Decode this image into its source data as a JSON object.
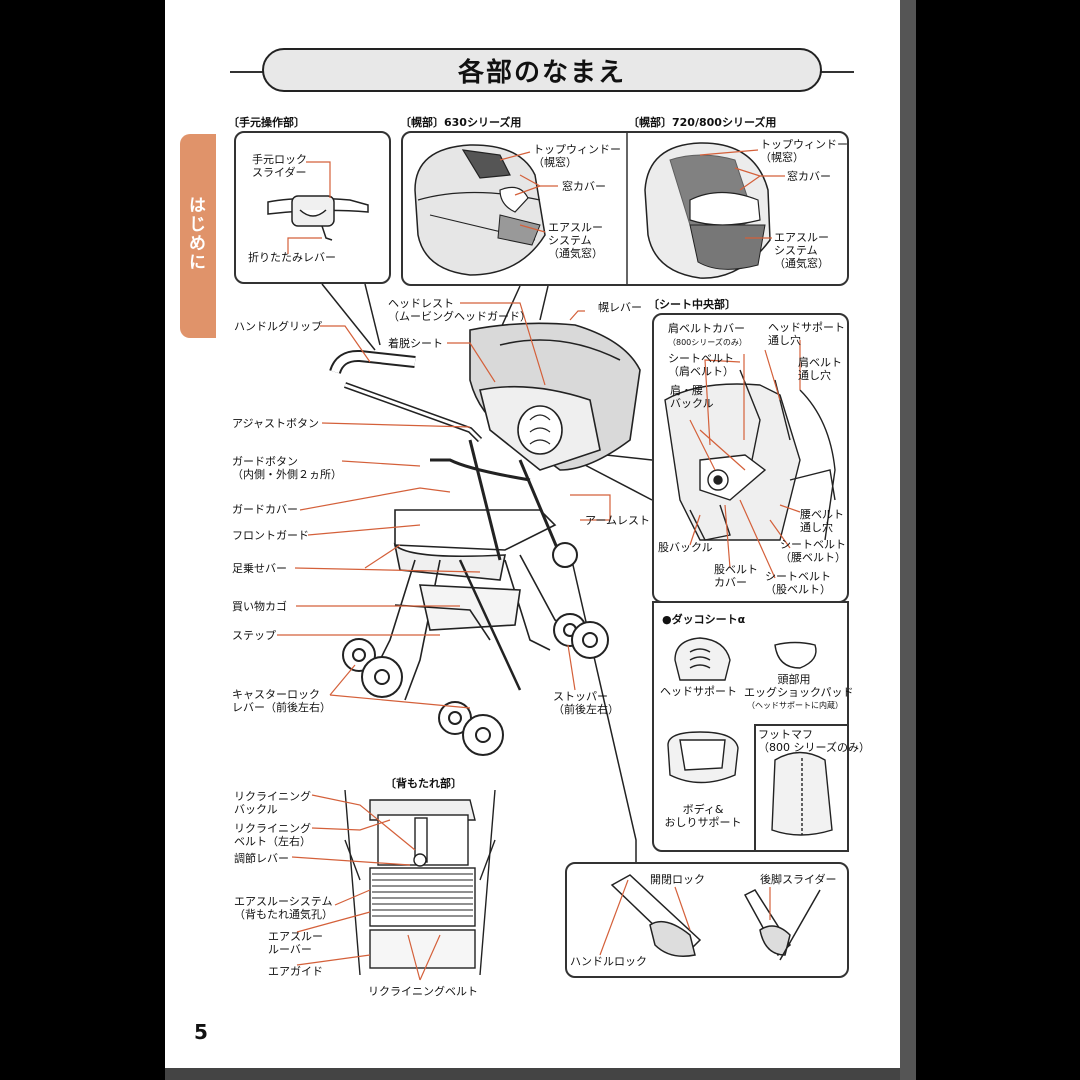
{
  "title": "各部のなまえ",
  "side_tab": "はじめに",
  "page_number": "5",
  "sections": {
    "hand_controls": "〔手元操作部〕",
    "canopy_630": "〔幌部〕630シリーズ用",
    "canopy_720": "〔幌部〕720/800シリーズ用",
    "seat_center": "〔シート中央部〕",
    "backrest": "〔背もたれ部〕"
  },
  "labels": {
    "hand_lock_slider": "手元ロック\nスライダー",
    "fold_lever": "折りたたみレバー",
    "top_window_630": "トップウィンドー\n（幌窓）",
    "window_cover_630": "窓カバー",
    "airthrough_630": "エアスルー\nシステム\n（通気窓）",
    "top_window_720": "トップウィンドー\n（幌窓）",
    "window_cover_720": "窓カバー",
    "airthrough_720": "エアスルー\nシステム\n（通気窓）",
    "headrest": "ヘッドレスト\n（ムービングヘッドガード）",
    "canopy_lever": "幌レバー",
    "handle_grip": "ハンドルグリップ",
    "removable_seat": "着脱シート",
    "adjust_button": "アジャストボタン",
    "guard_button": "ガードボタン\n（内側・外側２ヵ所）",
    "guard_cover": "ガードカバー",
    "front_guard": "フロントガード",
    "foot_bar": "足乗せバー",
    "basket": "買い物カゴ",
    "step": "ステップ",
    "caster_lock": "キャスターロック\nレバー（前後左右）",
    "armrest": "アームレスト",
    "stopper": "ストッパー\n（前後左右）",
    "shoulder_belt_cover": "肩ベルトカバー",
    "shoulder_belt_cover_note": "（800シリーズのみ）",
    "head_support_hole": "ヘッドサポート\n通し穴",
    "seatbelt_shoulder": "シートベルト\n（肩ベルト）",
    "shoulder_belt_hole": "肩ベルト\n通し穴",
    "shoulder_waist_buckle": "肩・腰\nバックル",
    "waist_belt_hole": "腰ベルト\n通し穴",
    "seatbelt_waist": "シートベルト\n（腰ベルト）",
    "crotch_buckle": "股バックル",
    "crotch_belt_cover": "股ベルト\nカバー",
    "seatbelt_crotch": "シートベルト\n（股ベルト）",
    "dakko_seat": "●ダッコシートα",
    "head_support": "ヘッドサポート",
    "egg_shock_pad": "頭部用\nエッグショックパッド",
    "egg_shock_note": "（ヘッドサポートに内蔵）",
    "body_support": "ボディ&\nおしりサポート",
    "foot_muff": "フットマフ\n（800 シリーズのみ）",
    "reclining_buckle": "リクライニング\nバックル",
    "reclining_belt_lr": "リクライニング\nベルト（左右）",
    "adjust_lever": "調節レバー",
    "airthrough_back": "エアスルーシステム\n（背もたれ通気孔）",
    "airthrough_louver": "エアスルー\nルーバー",
    "air_guide": "エアガイド",
    "reclining_belt": "リクライニングベルト",
    "open_close_lock": "開閉ロック",
    "rear_leg_slider": "後脚スライダー",
    "handle_lock": "ハンドルロック"
  },
  "colors": {
    "accent": "#e0936a",
    "leader": "#d4603a",
    "title_fill": "#e8e8e8"
  }
}
